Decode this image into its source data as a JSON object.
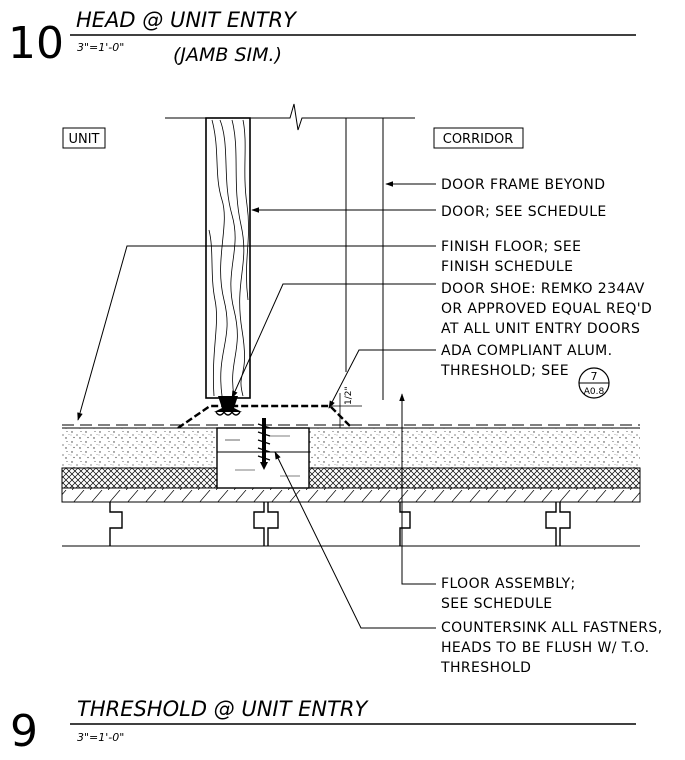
{
  "details": [
    {
      "number": "10",
      "title": "HEAD @ UNIT ENTRY",
      "subtitle": "(JAMB SIM.)",
      "scale": "3\"=1'-0\""
    },
    {
      "number": "9",
      "title": "THRESHOLD @ UNIT ENTRY",
      "scale": "3\"=1'-0\""
    }
  ],
  "tags": {
    "unit": "UNIT",
    "corridor": "CORRIDOR"
  },
  "notes": [
    {
      "lines": [
        "DOOR FRAME BEYOND"
      ]
    },
    {
      "lines": [
        "DOOR; SEE SCHEDULE"
      ]
    },
    {
      "lines": [
        "FINISH FLOOR; SEE",
        "FINISH SCHEDULE"
      ]
    },
    {
      "lines": [
        "DOOR SHOE: REMKO 234AV",
        "OR APPROVED EQUAL REQ'D",
        "AT ALL UNIT ENTRY DOORS"
      ]
    },
    {
      "lines": [
        "ADA COMPLIANT ALUM.",
        "THRESHOLD; SEE"
      ]
    },
    {
      "lines": [
        "FLOOR ASSEMBLY;",
        "SEE SCHEDULE"
      ]
    },
    {
      "lines": [
        "COUNTERSINK ALL FASTNERS,",
        "HEADS TO BE FLUSH W/ T.O.",
        "THRESHOLD"
      ]
    }
  ],
  "section_marker": {
    "detail": "7",
    "sheet": "A0.8"
  },
  "dimension": "1/2\""
}
